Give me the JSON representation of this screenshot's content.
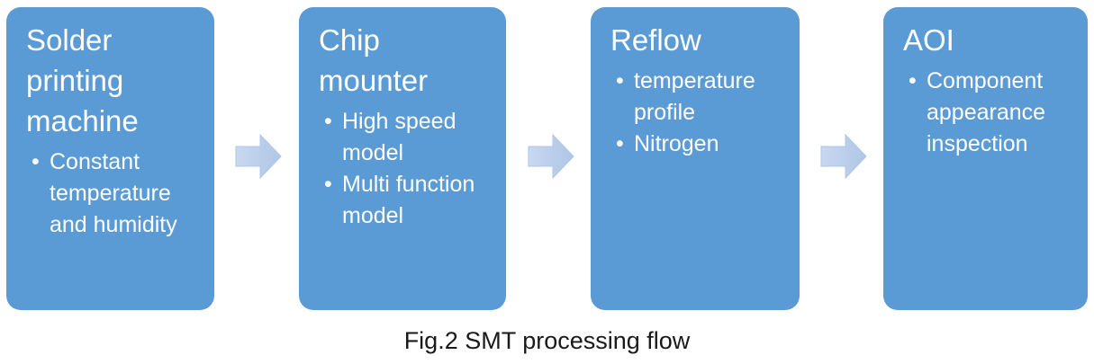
{
  "figure": {
    "caption": "Fig.2 SMT processing flow",
    "background_color": "#FFFFFF",
    "box_fill_color": "#5B9BD5",
    "box_text_color": "#FFFFFF",
    "arrow_fill_color": "#BDD0EA",
    "arrow_outline_color": "#A3BCE0",
    "caption_color": "#1A1A1A"
  },
  "stages": [
    {
      "title": "Solder printing machine",
      "bullets": [
        "Constant temperature and humidity"
      ]
    },
    {
      "title": "Chip mounter",
      "bullets": [
        "High speed model",
        "Multi function model"
      ]
    },
    {
      "title": "Reflow",
      "bullets": [
        "temperature profile",
        "Nitrogen"
      ]
    },
    {
      "title": "AOI",
      "bullets": [
        "Component appearance inspection"
      ]
    }
  ],
  "arrows": [
    {
      "name": "arrow-solder-to-mounter",
      "glyph": "▶"
    },
    {
      "name": "arrow-mounter-to-reflow",
      "glyph": "▶"
    },
    {
      "name": "arrow-reflow-to-aoi",
      "glyph": "▶"
    }
  ],
  "bullet_glyph": "•"
}
